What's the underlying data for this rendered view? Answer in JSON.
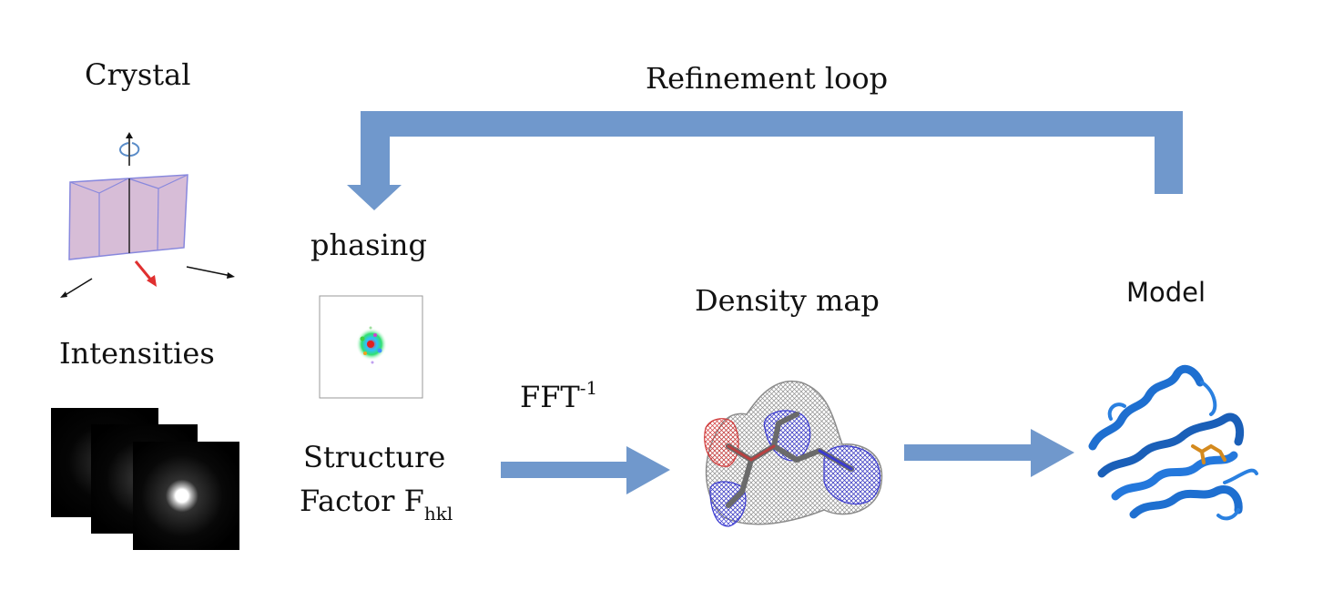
{
  "labels": {
    "crystal": "Crystal",
    "intensities": "Intensities",
    "refinement_loop": "Refinement loop",
    "phasing": "phasing",
    "structure_factor_line1": "Structure",
    "structure_factor_line2": "Factor F",
    "structure_factor_subscript": "hkl",
    "fft": "FFT",
    "fft_superscript": "-1",
    "density_map": "Density map",
    "model": "Model"
  },
  "colors": {
    "arrow": "#7098cc",
    "crystal_face": "#c9a7c9",
    "crystal_edge": "#8888dd",
    "beam_arrow": "#e03030",
    "protein": "#1e6fd0",
    "ligand": "#d48a1e",
    "mesh_gray": "#8c8c8c",
    "mesh_blue": "#3a3ad0",
    "mesh_red": "#d03a3a"
  }
}
